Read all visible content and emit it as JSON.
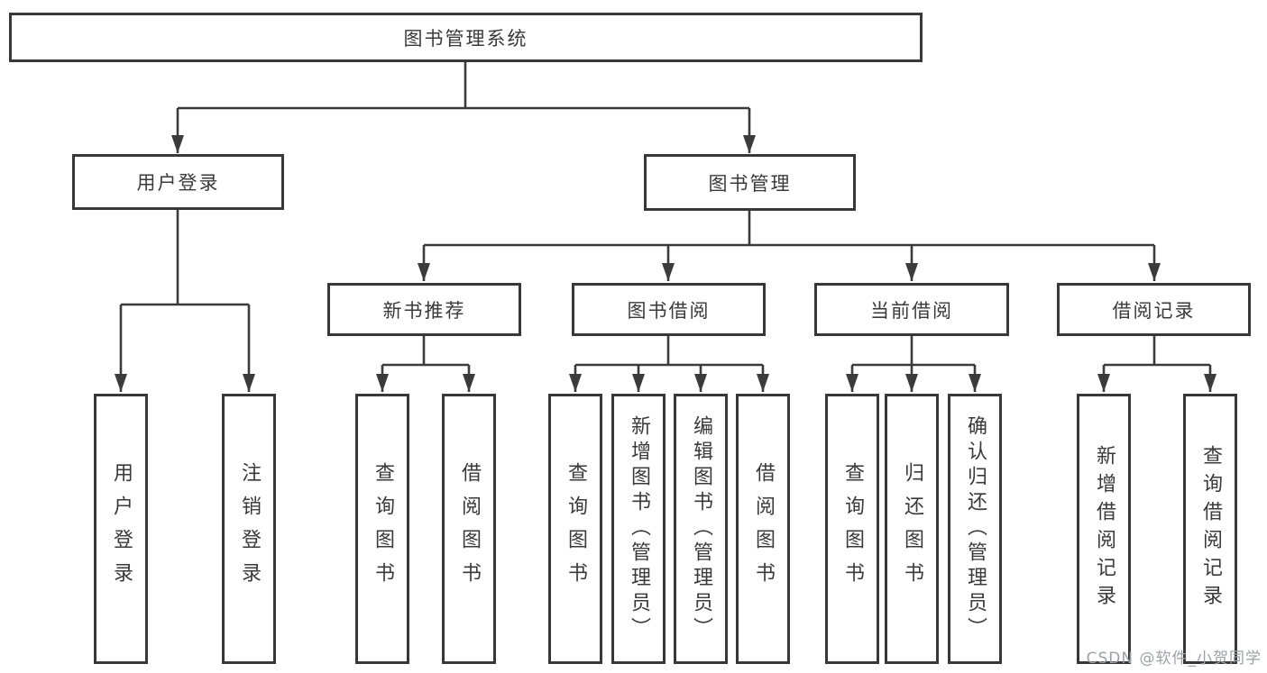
{
  "diagram_title": "图书管理系统",
  "tree": {
    "label": "图书管理系统",
    "children": [
      {
        "label": "用户登录",
        "children": [
          {
            "label": "用户登录"
          },
          {
            "label": "注销登录"
          }
        ]
      },
      {
        "label": "图书管理",
        "children": [
          {
            "label": "新书推荐",
            "children": [
              {
                "label": "查询图书"
              },
              {
                "label": "借阅图书"
              }
            ]
          },
          {
            "label": "图书借阅",
            "children": [
              {
                "label": "查询图书"
              },
              {
                "label": "新增图书（管理员）"
              },
              {
                "label": "编辑图书（管理员）"
              },
              {
                "label": "借阅图书"
              }
            ]
          },
          {
            "label": "当前借阅",
            "children": [
              {
                "label": "查询图书"
              },
              {
                "label": "归还图书"
              },
              {
                "label": "确认归还（管理员）"
              }
            ]
          },
          {
            "label": "借阅记录",
            "children": [
              {
                "label": "新增借阅记录"
              },
              {
                "label": "查询借阅记录"
              }
            ]
          }
        ]
      }
    ]
  },
  "watermark": {
    "text": "CSDN @软件_小贺同学"
  },
  "colors": {
    "line": "#3b3b3b",
    "box_border": "#383838",
    "text": "#3a3a3a",
    "watermark": "#9da2a8",
    "background": "#ffffff"
  }
}
